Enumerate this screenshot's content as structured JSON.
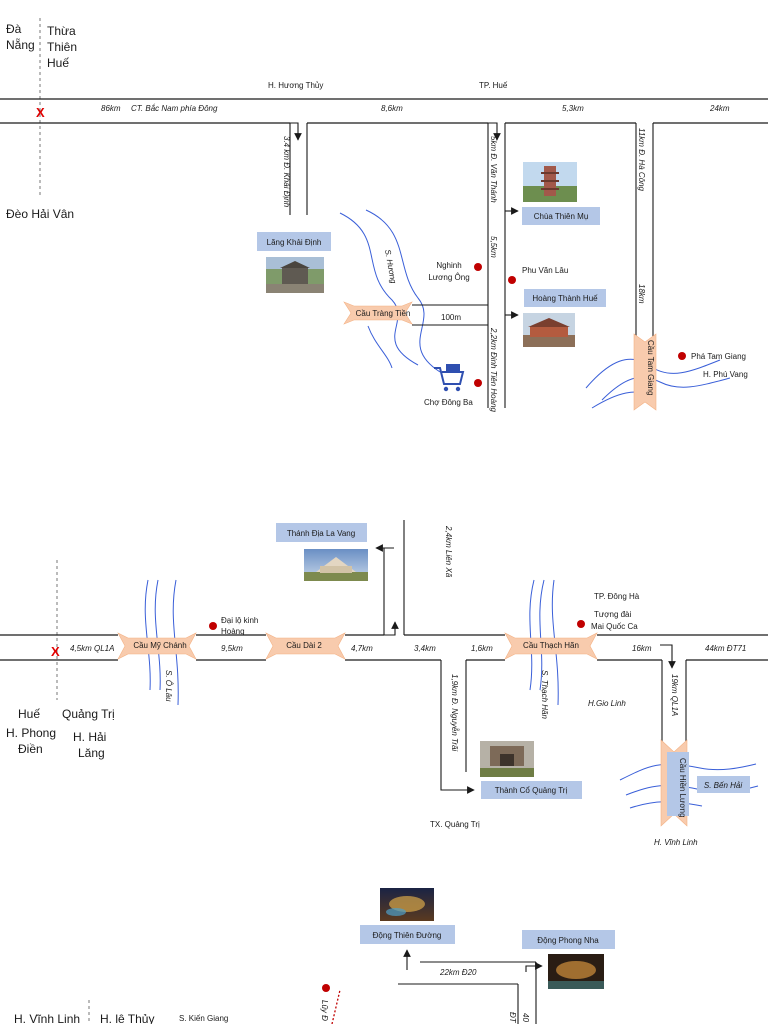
{
  "section1": {
    "province_left": "Đà Nẵng",
    "province_right_lines": [
      "Thừa",
      "Thiên",
      "Huế"
    ],
    "pass": "Đèo Hải Vân",
    "marker_x": "X",
    "places": {
      "huong_thuy": "H. Hương Thủy",
      "tp_hue": "TP. Huế",
      "nghinh_luong_ong": [
        "Nghinh",
        "Lương Ông"
      ],
      "phu_van_lau": "Phu Văn Lâu",
      "cho_dong_ba": "Chợ Đông Ba",
      "pha_tam_giang": "Phá Tam Giang",
      "h_phu_vang": "H. Phú Vang"
    },
    "roads": {
      "d86": "86km",
      "ct_bac_nam": "CT. Bắc Nam phía Đông",
      "d8_6": "8,6km",
      "d5_3": "5,3km",
      "d24": "24km",
      "khai_dinh": "3.4 km  Đ. Khải Định",
      "van_thanh": "5km   Đ. Văn Thánh",
      "ho_cong": "11km  Đ. Hà Công",
      "d5_5": "5,5km",
      "d18": "18km",
      "d100m": "100m",
      "dinh_tien_hoang": "2,2km  Đinh Tiên Hoàng",
      "song_huong": "S. Hương"
    },
    "boxes": {
      "lang_khai_dinh": "Lăng Khải Định",
      "chua_thien_mu": "Chùa Thiên Mụ",
      "hoang_thanh_hue": "Hoàng Thành Huế"
    },
    "bridges": {
      "trang_tien": "Cầu Tràng Tiền",
      "tam_giang": "Cầu Tam Giang"
    }
  },
  "section2": {
    "marker_x": "X",
    "left_labels": {
      "hue": "Huế",
      "quang_tri": "Quảng Trị",
      "phong_dien": [
        "H. Phong",
        "Điền"
      ],
      "hai_lang": [
        "H. Hải",
        "Lăng"
      ]
    },
    "roads": {
      "d4_5": "4,5km   QL1A",
      "d9_5": "9,5km",
      "d4_7": "4,7km",
      "d3_4": "3,4km",
      "d1_6": "1,6km",
      "d16": "16km",
      "d44": "44km  ĐT71",
      "lien_xa": "2,4km Liên Xã",
      "nguyen_trai": "1,9km Đ. Nguyễn Trãi",
      "ql1a_19": "19km QL1A",
      "s_o_lau": "S. Ô Lâu",
      "s_thach_han": "S. Thạch Hãn"
    },
    "places": {
      "dai_lo": [
        "Đại lộ kinh",
        "Hoàng"
      ],
      "tp_dong_ha": "TP. Đông Hà",
      "tuong_dai": [
        "Tượng đài",
        "Mai Quốc Ca"
      ],
      "h_gio_linh": "H.Gio Linh",
      "tx_quang_tri": "TX. Quảng Trị",
      "h_vinh_linh": "H. Vĩnh Linh"
    },
    "boxes": {
      "thanh_dia_la_vang": "Thánh Địa La Vang",
      "thanh_co_quang_tri": "Thành Cổ Quảng Trị",
      "s_ben_hai": "S. Bến Hải"
    },
    "bridges": {
      "my_chanh": "Cầu Mỹ Chánh",
      "dai_2": "Cầu Dài 2",
      "thach_han": "Cầu Thạch Hãn",
      "hien_luong": "Cầu Hiền Lương"
    }
  },
  "section3": {
    "boxes": {
      "dong_thien_duong": "Động Thiên Đường",
      "dong_phong_nha": "Động Phong Nha"
    },
    "roads": {
      "d22": "22km  Đ20",
      "d40": "40",
      "dt": "ĐT"
    },
    "left_labels": {
      "h_vinh_linh": "H. Vĩnh Linh",
      "h_le_thuy": "H. lê Thủy",
      "s_kien_giang": "S. Kiến Giang"
    },
    "partial": "Lũy Đ"
  },
  "colors": {
    "box_fill": "#b4c7e7",
    "bridge_fill": "#f8cbad",
    "river": "#3a5fd8",
    "marker_red": "#c00000",
    "cross_red": "#e00000"
  },
  "icons": [
    "shopping-cart-icon",
    "landmark-photo",
    "place-dot-icon",
    "arrow-icon"
  ]
}
